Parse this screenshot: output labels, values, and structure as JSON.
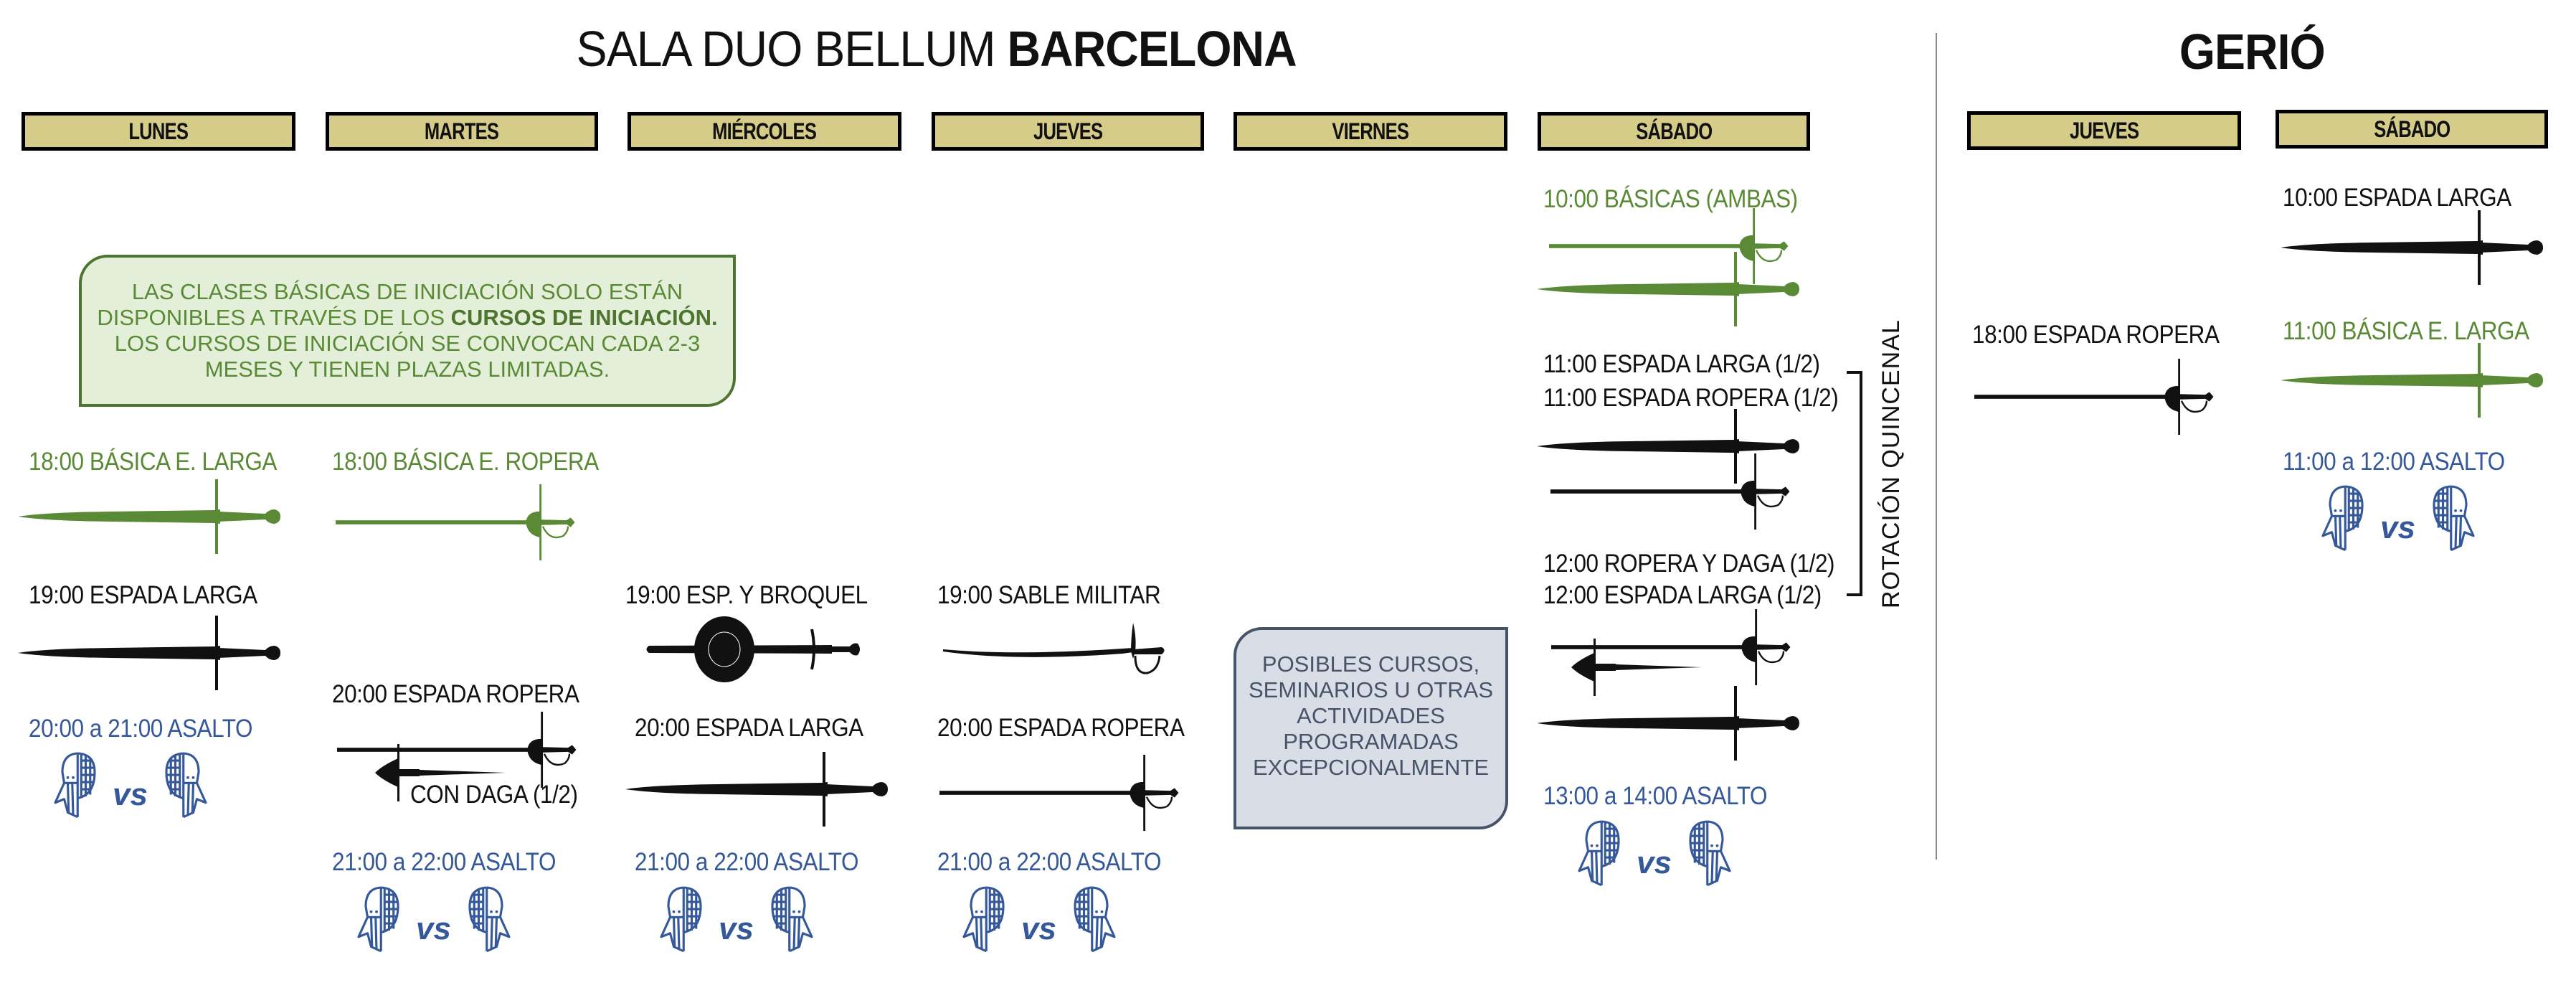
{
  "title": {
    "prefix": "SALA DUO BELLUM",
    "city": "BARCELONA"
  },
  "second_title": "GERIÓ",
  "colors": {
    "header_fill": "#d6cc8a",
    "basic_class_green": "#5a8a35",
    "regular_class_black": "#111111",
    "assault_blue": "#34589a",
    "note_green_bg": "#e3efd9",
    "note_grey_bg": "#d8dde6"
  },
  "barcelona": {
    "days": [
      "LUNES",
      "MARTES",
      "MIÉRCOLES",
      "JUEVES",
      "VIERNES",
      "SÁBADO"
    ]
  },
  "gerio": {
    "days": [
      "JUEVES",
      "SÁBADO"
    ]
  },
  "info_note": {
    "line1": "LAS CLASES BÁSICAS DE INICIACIÓN SOLO ESTÁN",
    "line2_a": "DISPONIBLES A TRAVÉS DE LOS ",
    "line2_b": "CURSOS DE INICIACIÓN.",
    "line3": "LOS CURSOS DE INICIACIÓN SE CONVOCAN CADA 2-3",
    "line4": "MESES Y TIENEN PLAZAS LIMITADAS."
  },
  "viernes_note": {
    "lines": [
      "POSIBLES CURSOS,",
      "SEMINARIOS U OTRAS",
      "ACTIVIDADES",
      "PROGRAMADAS",
      "EXCEPCIONALMENTE"
    ]
  },
  "classes": {
    "lunes": [
      {
        "label": "18:00 BÁSICA E. LARGA",
        "type": "basic",
        "weapon": "longsword"
      },
      {
        "label": "19:00 ESPADA LARGA",
        "type": "regular",
        "weapon": "longsword"
      },
      {
        "label": "20:00 a 21:00 ASALTO",
        "type": "assault",
        "weapon": "masks-vs"
      }
    ],
    "martes": [
      {
        "label": "18:00 BÁSICA E. ROPERA",
        "type": "basic",
        "weapon": "rapier"
      },
      {
        "label": "20:00 ESPADA ROPERA",
        "type": "regular",
        "weapon": "rapier-and-dagger",
        "sublabel": "CON DAGA (1/2)"
      },
      {
        "label": "21:00 a 22:00 ASALTO",
        "type": "assault",
        "weapon": "masks-vs"
      }
    ],
    "miercoles": [
      {
        "label": "19:00 ESP. Y BROQUEL",
        "type": "regular",
        "weapon": "sword-and-buckler"
      },
      {
        "label": "20:00 ESPADA LARGA",
        "type": "regular",
        "weapon": "longsword"
      },
      {
        "label": "21:00 a 22:00 ASALTO",
        "type": "assault",
        "weapon": "masks-vs"
      }
    ],
    "jueves": [
      {
        "label": "19:00 SABLE MILITAR",
        "type": "regular",
        "weapon": "sabre"
      },
      {
        "label": "20:00 ESPADA ROPERA",
        "type": "regular",
        "weapon": "rapier"
      },
      {
        "label": "21:00 a 22:00 ASALTO",
        "type": "assault",
        "weapon": "masks-vs"
      }
    ],
    "sabado": [
      {
        "label": "10:00 BÁSICAS (AMBAS)",
        "type": "basic",
        "weapon": "rapier+longsword"
      },
      {
        "label": "11:00 ESPADA LARGA (1/2)",
        "type": "regular"
      },
      {
        "label": "11:00 ESPADA ROPERA (1/2)",
        "type": "regular",
        "weapon": "longsword+rapier"
      },
      {
        "label": "12:00 ROPERA Y DAGA (1/2)",
        "type": "regular"
      },
      {
        "label": "12:00 ESPADA LARGA (1/2)",
        "type": "regular",
        "weapon": "rapier-and-dagger+longsword"
      },
      {
        "label": "13:00 a 14:00 ASALTO",
        "type": "assault",
        "weapon": "masks-vs"
      }
    ],
    "rotation_label": "ROTACIÓN QUINCENAL",
    "gerio_jueves": [
      {
        "label": "18:00 ESPADA ROPERA",
        "type": "regular",
        "weapon": "rapier"
      }
    ],
    "gerio_sabado": [
      {
        "label": "10:00 ESPADA LARGA",
        "type": "regular",
        "weapon": "longsword"
      },
      {
        "label": "11:00 BÁSICA E. LARGA",
        "type": "basic",
        "weapon": "longsword"
      },
      {
        "label": "11:00 a 12:00 ASALTO",
        "type": "assault",
        "weapon": "masks-vs"
      }
    ]
  }
}
